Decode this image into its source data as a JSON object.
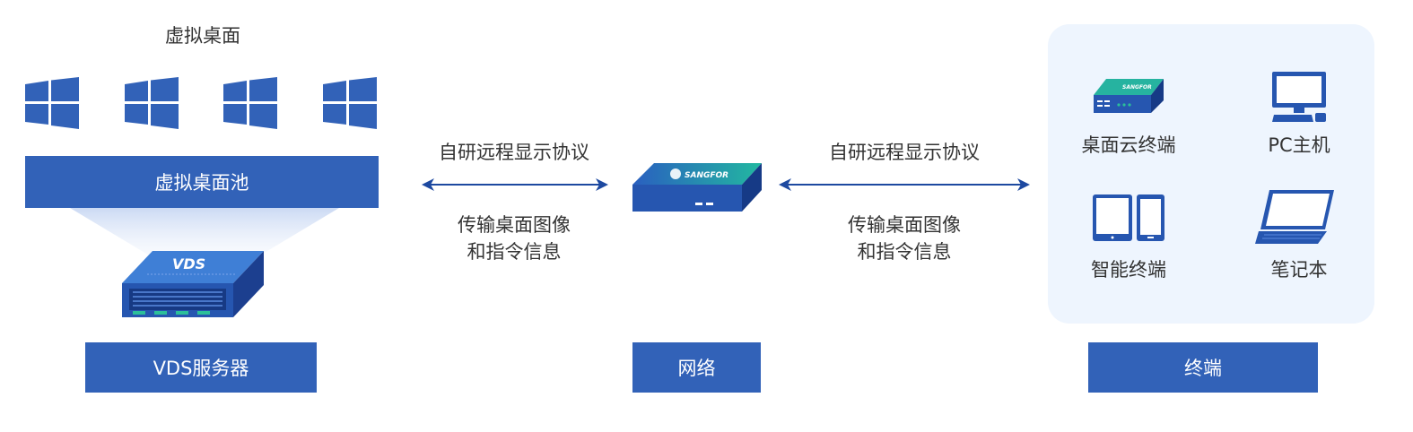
{
  "left": {
    "virtual_desktop_label": "虚拟桌面",
    "pool_label": "虚拟桌面池",
    "server_label": "VDS服务器",
    "server_logo_text": "VDS"
  },
  "links": [
    {
      "protocol": "自研远程显示协议",
      "desc_line1": "传输桌面图像",
      "desc_line2": "和指令信息"
    },
    {
      "protocol": "自研远程显示协议",
      "desc_line1": "传输桌面图像",
      "desc_line2": "和指令信息"
    }
  ],
  "network": {
    "label": "网络",
    "device_logo_text": "SANGFOR"
  },
  "terminals": {
    "label": "终端",
    "items": [
      {
        "label": "桌面云终端",
        "icon": "thin-client-icon"
      },
      {
        "label": "PC主机",
        "icon": "pc-monitor-icon"
      },
      {
        "label": "智能终端",
        "icon": "tablet-phone-icon"
      },
      {
        "label": "笔记本",
        "icon": "laptop-icon"
      }
    ],
    "thin_client_logo_text": "SANGFOR"
  },
  "colors": {
    "primary": "#3262b8",
    "arrow": "#1d49a0",
    "panel": "#eef5fe",
    "accent_green": "#2bbf9a"
  }
}
